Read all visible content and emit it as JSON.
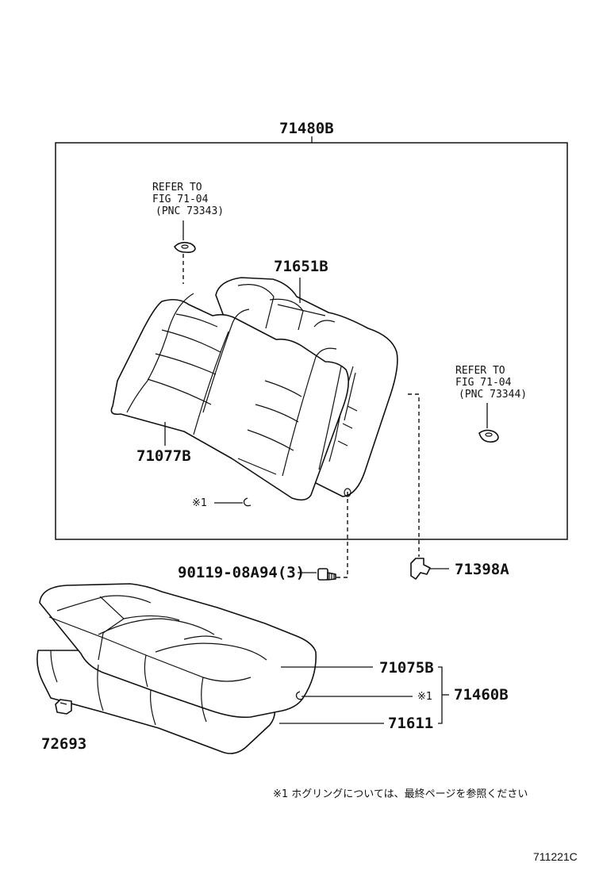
{
  "labels": {
    "assembly_frame": "71480B",
    "back_cover": "71651B",
    "back_pad": "71077B",
    "clip_bolt": "90119-08A94(3)",
    "hook": "71398A",
    "cushion_cover": "71075B",
    "cushion_assy": "71460B",
    "cushion_pad": "71611",
    "bracket": "72693"
  },
  "ref_left": {
    "line1": "REFER TO",
    "line2": "FIG 71-04",
    "line3": "(PNC 73343)"
  },
  "ref_right": {
    "line1": "REFER TO",
    "line2": "FIG 71-04",
    "line3": "(PNC 73344)"
  },
  "marks": {
    "ring_top": "※1",
    "ring_bottom": "※1"
  },
  "footnote": "※1  ホグリングについては、最終ページを参照ください",
  "diagram_code": "711221C"
}
